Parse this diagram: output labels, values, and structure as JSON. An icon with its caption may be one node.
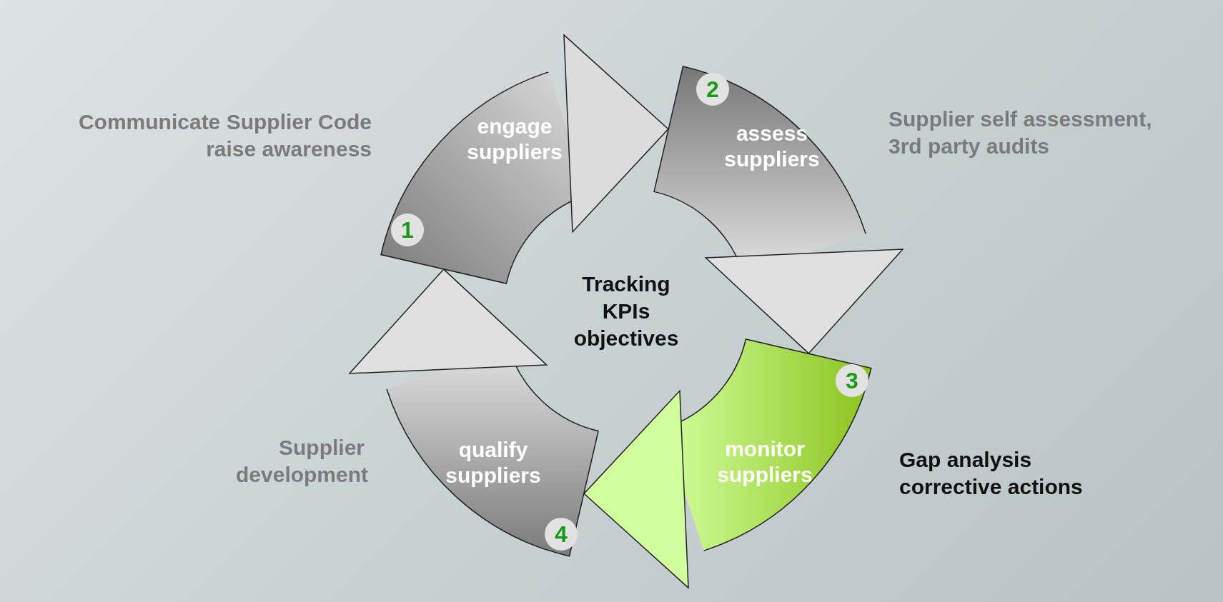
{
  "diagram": {
    "nodes": [
      {
        "text": [
          "engage suppliers"
        ],
        "beside": [
          "Communicate Supplier Code raise awareness"
        ]
      },
      {
        "text": [
          "1"
        ],
        "in": 0
      },
      {
        "text": [
          "assess suppliers"
        ],
        "beside": [
          "Supplier self assessment, 3rd party audits"
        ]
      },
      {
        "text": [
          "2"
        ],
        "in": 2
      },
      {
        "text": [
          "monitor suppliers"
        ],
        "beside": [
          "Gap analysis corrective actions"
        ]
      },
      {
        "text": [
          "3"
        ],
        "in": 4
      },
      {
        "text": [
          "qualify suppliers"
        ],
        "beside": [
          "Supplier development"
        ]
      },
      {
        "text": [
          "4"
        ],
        "in": 6
      }
    ],
    "edges": [
      {
        "from": 0,
        "to": 2,
        "arrow": "to"
      },
      {
        "from": 2,
        "to": 4,
        "arrow": "to"
      },
      {
        "from": 4,
        "to": 6,
        "arrow": "to"
      },
      {
        "from": 6,
        "to": 0,
        "arrow": "to"
      }
    ],
    "labels": [
      "Tracking KPIs objectives"
    ]
  }
}
